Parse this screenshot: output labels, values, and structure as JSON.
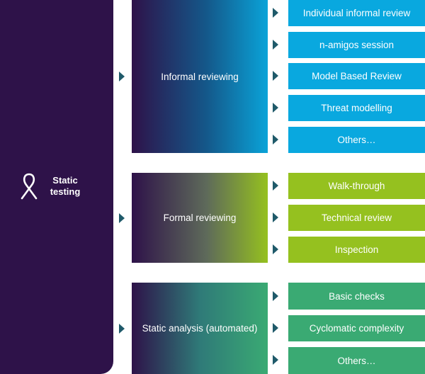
{
  "root": {
    "label": "Static\ntesting",
    "icon": "ribbon-icon"
  },
  "groups": [
    {
      "label": "Informal reviewing",
      "items": [
        "Individual informal review",
        "n-amigos session",
        "Model Based Review",
        "Threat modelling",
        "Others…"
      ]
    },
    {
      "label": "Formal reviewing",
      "items": [
        "Walk-through",
        "Technical review",
        "Inspection"
      ]
    },
    {
      "label": "Static analysis (automated)",
      "items": [
        "Basic checks",
        "Cyclomatic complexity",
        "Others…"
      ]
    }
  ],
  "colors": {
    "root": "#2e1249",
    "informal": "#09a8df",
    "formal": "#95c11f",
    "static_analysis": "#3aaa73",
    "arrow": "#1f5a6a"
  }
}
